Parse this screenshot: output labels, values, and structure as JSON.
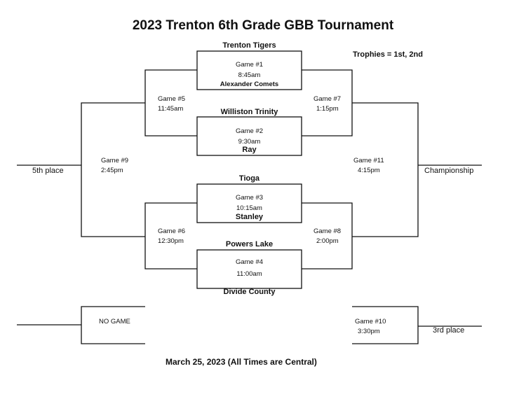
{
  "title": "2023 Trenton 6th Grade GBB Tournament",
  "trophies": "Trophies = 1st, 2nd",
  "teams": {
    "t1": "Trenton Tigers",
    "t2": "Alexander Comets",
    "t3": "Williston Trinity",
    "t4": "Ray",
    "t5": "Tioga",
    "t6": "Stanley",
    "t7": "Powers Lake",
    "t8": "Divide County"
  },
  "games": {
    "g1": {
      "name": "Game #1",
      "time": "8:45am"
    },
    "g2": {
      "name": "Game #2",
      "time": "9:30am"
    },
    "g3": {
      "name": "Game #3",
      "time": "10:15am"
    },
    "g4": {
      "name": "Game #4",
      "time": "11:00am"
    },
    "g5": {
      "name": "Game #5",
      "time": "11:45am"
    },
    "g6": {
      "name": "Game #6",
      "time": "12:30pm"
    },
    "g7": {
      "name": "Game #7",
      "time": "1:15pm"
    },
    "g8": {
      "name": "Game #8",
      "time": "2:00pm"
    },
    "g9": {
      "name": "Game #9",
      "time": "2:45pm"
    },
    "g10": {
      "name": "Game #10",
      "time": "3:30pm"
    },
    "g11": {
      "name": "Game #11",
      "time": "4:15pm"
    }
  },
  "placements": {
    "fifth": "5th place",
    "championship": "Championship",
    "third": "3rd place",
    "no_game": "NO GAME"
  },
  "footer": "March 25, 2023  (All Times are Central)"
}
